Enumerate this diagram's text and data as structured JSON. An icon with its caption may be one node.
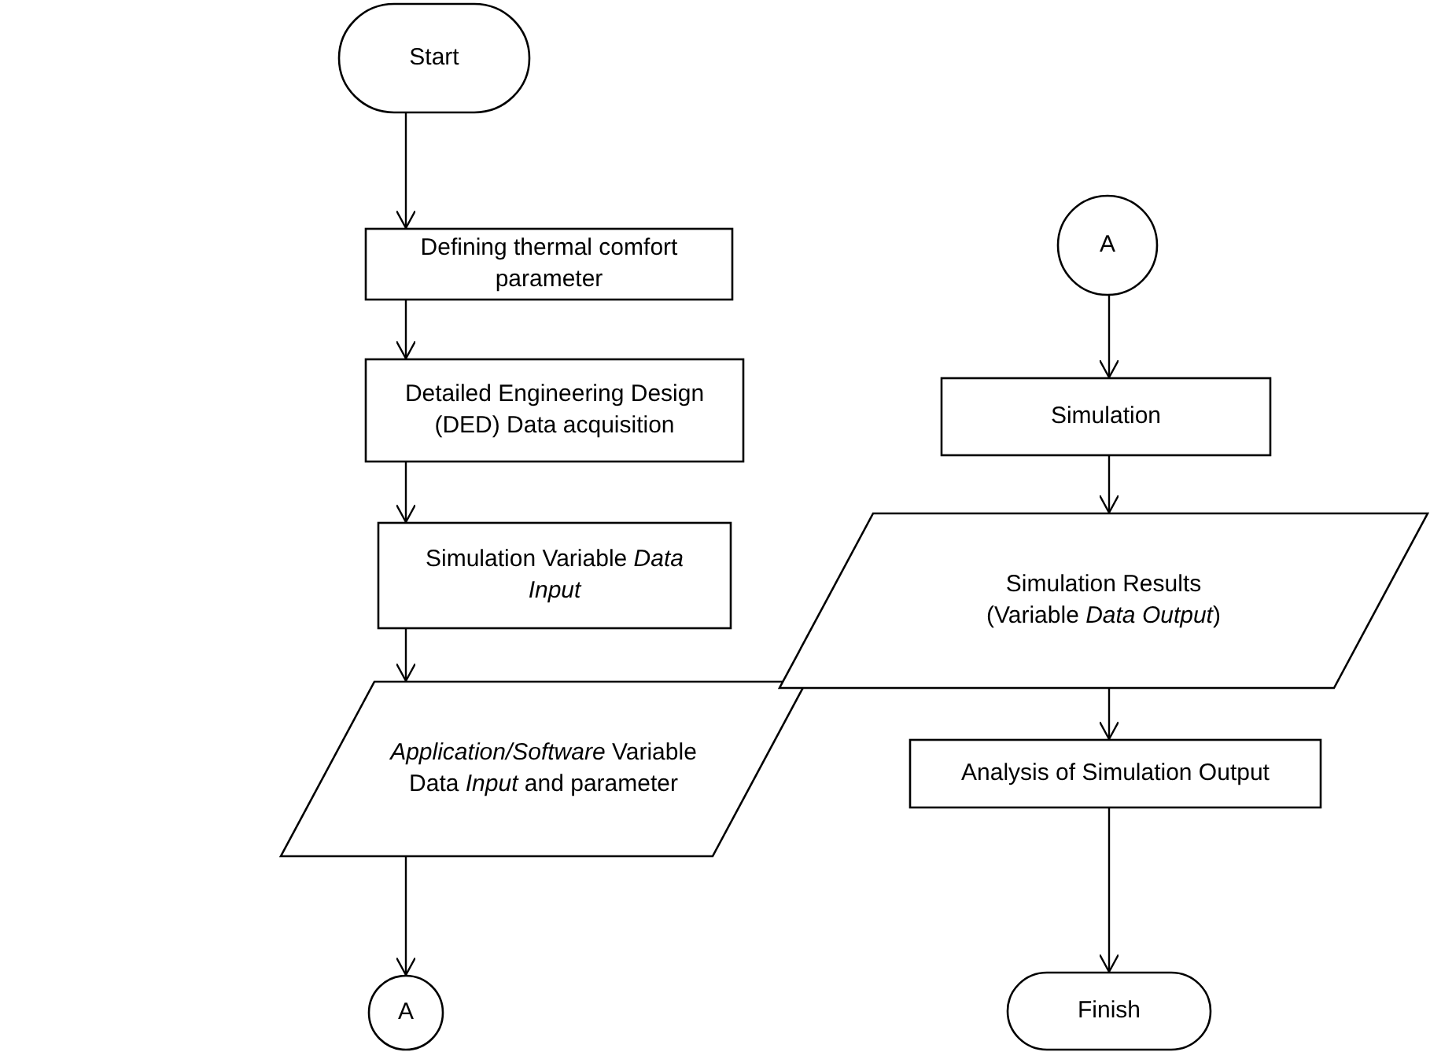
{
  "diagram": {
    "nodes": [
      {
        "text": [
          "Start"
        ]
      },
      {
        "text": [
          "Defining thermal comfort parameter"
        ]
      },
      {
        "text": [
          "Detailed Engineering Design (DED) Data acquisition"
        ]
      },
      {
        "text": [
          "Simulation Variable *Data Input*"
        ]
      },
      {
        "text": [
          "*Application/Software* Variable Data *Input* and parameter"
        ]
      },
      {
        "text": [
          "A"
        ]
      },
      {
        "text": [
          "A"
        ]
      },
      {
        "text": [
          "Simulation"
        ]
      },
      {
        "text": [
          "Simulation Results (Variable *Data Output*)"
        ]
      },
      {
        "text": [
          "Analysis of Simulation Output"
        ]
      },
      {
        "text": [
          "Finish"
        ]
      }
    ],
    "edges": [
      {
        "from": 0,
        "to": 1,
        "arrow": "to"
      },
      {
        "from": 1,
        "to": 2,
        "arrow": "to"
      },
      {
        "from": 2,
        "to": 3,
        "arrow": "to"
      },
      {
        "from": 3,
        "to": 4,
        "arrow": "to"
      },
      {
        "from": 4,
        "to": 5,
        "arrow": "to"
      },
      {
        "from": 6,
        "to": 7,
        "arrow": "to"
      },
      {
        "from": 7,
        "to": 8,
        "arrow": "to"
      },
      {
        "from": 8,
        "to": 9,
        "arrow": "to"
      },
      {
        "from": 9,
        "to": 10,
        "arrow": "to"
      }
    ]
  }
}
